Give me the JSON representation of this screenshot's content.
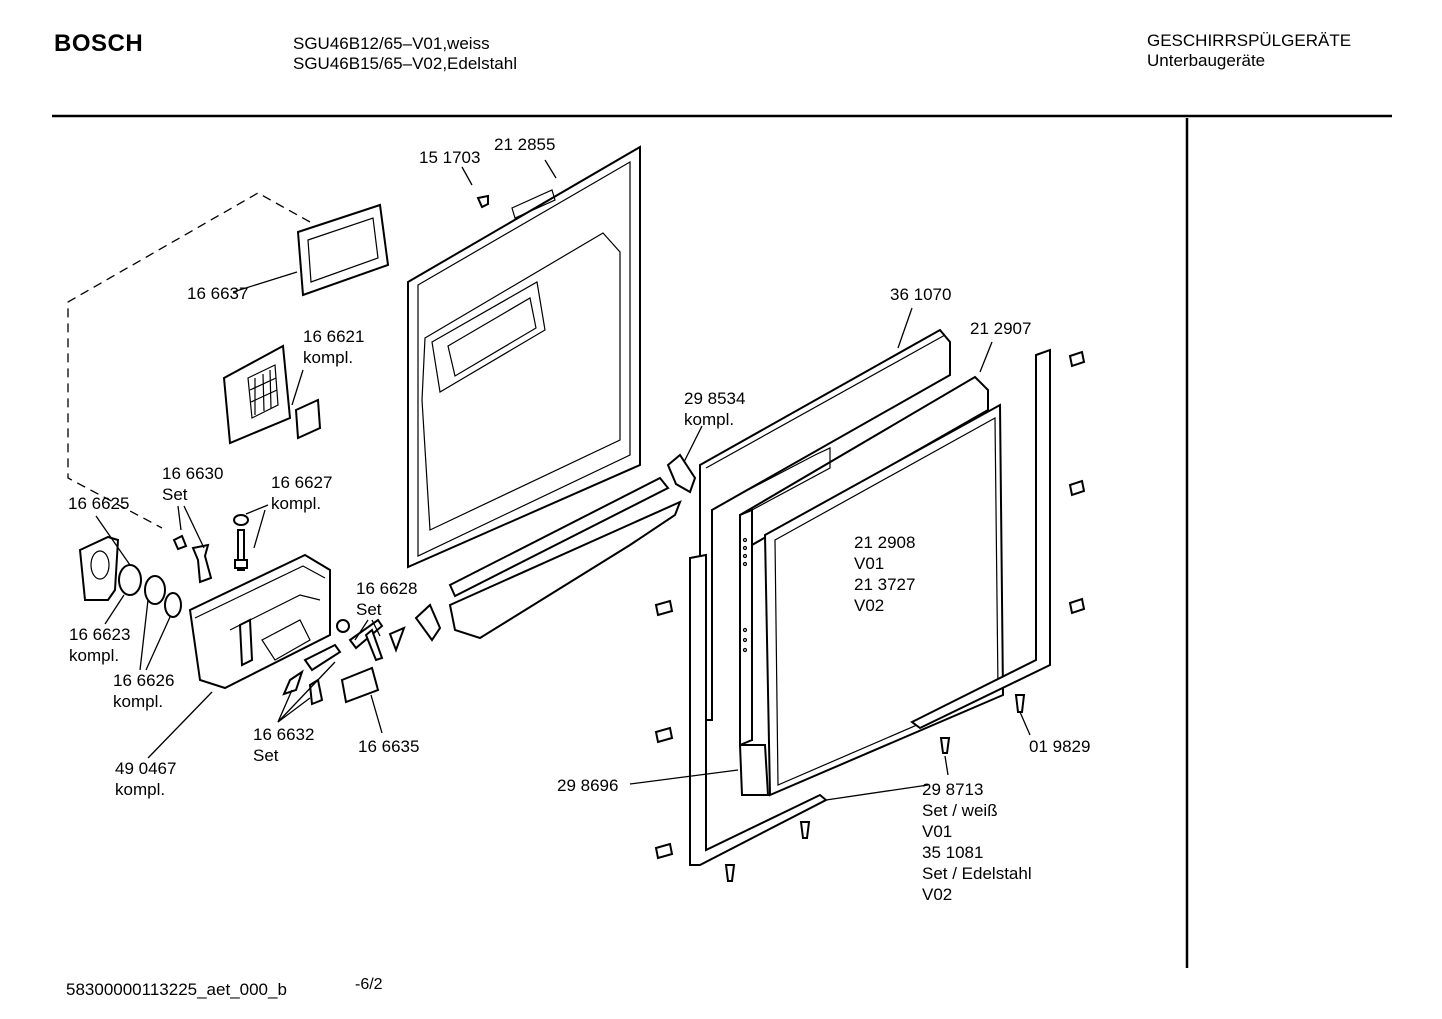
{
  "header": {
    "brand": "BOSCH",
    "model_line_1": "SGU46B12/65–V01,weiss",
    "model_line_2": "SGU46B15/65–V02,Edelstahl",
    "category_line_1": "GESCHIRRSPÜLGERÄTE",
    "category_line_2": "Unterbaugeräte"
  },
  "footer": {
    "doc_id": "58300000113225_aet_000_b",
    "page": "-6/2"
  },
  "labels": [
    {
      "id": "p151703",
      "lines": [
        "15 1703"
      ]
    },
    {
      "id": "p212855",
      "lines": [
        "21 2855"
      ]
    },
    {
      "id": "p166637",
      "lines": [
        "16 6637"
      ]
    },
    {
      "id": "p166621",
      "lines": [
        "16 6621",
        "kompl."
      ]
    },
    {
      "id": "p166630",
      "lines": [
        "16 6630",
        "Set"
      ]
    },
    {
      "id": "p166627",
      "lines": [
        "16 6627",
        "kompl."
      ]
    },
    {
      "id": "p166625",
      "lines": [
        "16 6625"
      ]
    },
    {
      "id": "p166628",
      "lines": [
        "16 6628",
        "Set"
      ]
    },
    {
      "id": "p166623",
      "lines": [
        "16 6623",
        "kompl."
      ]
    },
    {
      "id": "p166626",
      "lines": [
        "16 6626",
        "kompl."
      ]
    },
    {
      "id": "p166632",
      "lines": [
        "16 6632",
        "Set"
      ]
    },
    {
      "id": "p166635",
      "lines": [
        "16 6635"
      ]
    },
    {
      "id": "p490467",
      "lines": [
        "49 0467",
        "kompl."
      ]
    },
    {
      "id": "p298534",
      "lines": [
        "29 8534",
        "kompl."
      ]
    },
    {
      "id": "p361070",
      "lines": [
        "36 1070"
      ]
    },
    {
      "id": "p212907",
      "lines": [
        "21 2907"
      ]
    },
    {
      "id": "p212908",
      "lines": [
        "21 2908",
        "V01",
        "21 3727",
        "V02"
      ]
    },
    {
      "id": "p298696",
      "lines": [
        "29 8696"
      ]
    },
    {
      "id": "p019829",
      "lines": [
        "01 9829"
      ]
    },
    {
      "id": "p298713",
      "lines": [
        "29 8713",
        "Set / weiß",
        "V01",
        "35 1081",
        "Set / Edelstahl",
        "V02"
      ]
    }
  ]
}
